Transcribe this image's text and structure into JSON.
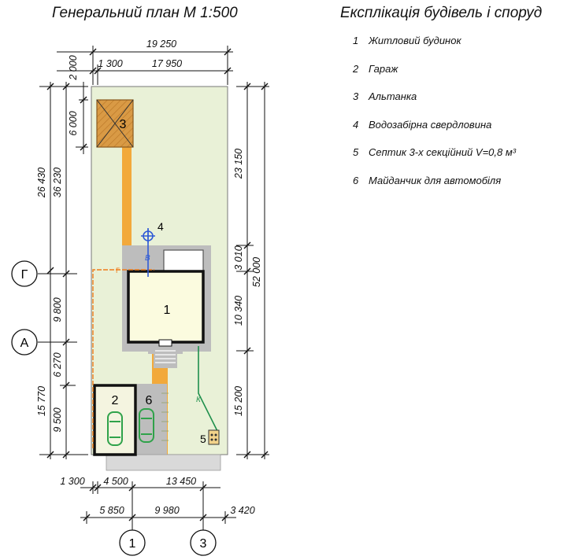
{
  "plan_title": "Генеральний план  М 1:500",
  "legend_title": "Експлікація будівель і споруд",
  "legend": [
    {
      "num": "1",
      "text": "Житловий будинок"
    },
    {
      "num": "2",
      "text": "Гараж"
    },
    {
      "num": "3",
      "text": "Альтанка"
    },
    {
      "num": "4",
      "text": "Водозабірна свердловина"
    },
    {
      "num": "5",
      "text": "Септик 3-х секційний  V=0,8 м³"
    },
    {
      "num": "6",
      "text": "Майданчик для автомобіля"
    }
  ],
  "labels": {
    "house": "1",
    "garage": "2",
    "gazebo": "3",
    "well": "4",
    "septic": "5",
    "parking": "6"
  },
  "network_labels": {
    "water": "В",
    "sewer": "К",
    "gas": "Г"
  },
  "axes": {
    "g": "Г",
    "a": "А",
    "one": "1",
    "three": "3"
  },
  "dimensions": {
    "top_total": "19 250",
    "top_left": "1 300",
    "top_right": "17 950",
    "left_top": "2 000",
    "left_gazebo": "6 000",
    "left_26430": "26 430",
    "left_36230": "36 230",
    "left_9800": "9 800",
    "left_6270": "6 270",
    "left_15770": "15 770",
    "left_9500": "9 500",
    "right_23150": "23 150",
    "right_3010": "3 010",
    "right_10340": "10 340",
    "right_15200": "15 200",
    "right_52000": "52 000",
    "bottom_1300": "1 300",
    "bottom_4500": "4 500",
    "bottom_13450": "13 450",
    "bottom_5850": "5 850",
    "bottom_9980": "9 980",
    "bottom_3420": "3 420"
  },
  "colors": {
    "site": "#e9f1d7",
    "path": "#f2a93b",
    "house_fill": "#fbfbdf",
    "paving": "#bdbdbd",
    "gazebo": "#d99a45",
    "water": "#2f5bd6",
    "sewer": "#1f8f4c",
    "gas": "#f07c1a",
    "car": "#2fa24a"
  }
}
